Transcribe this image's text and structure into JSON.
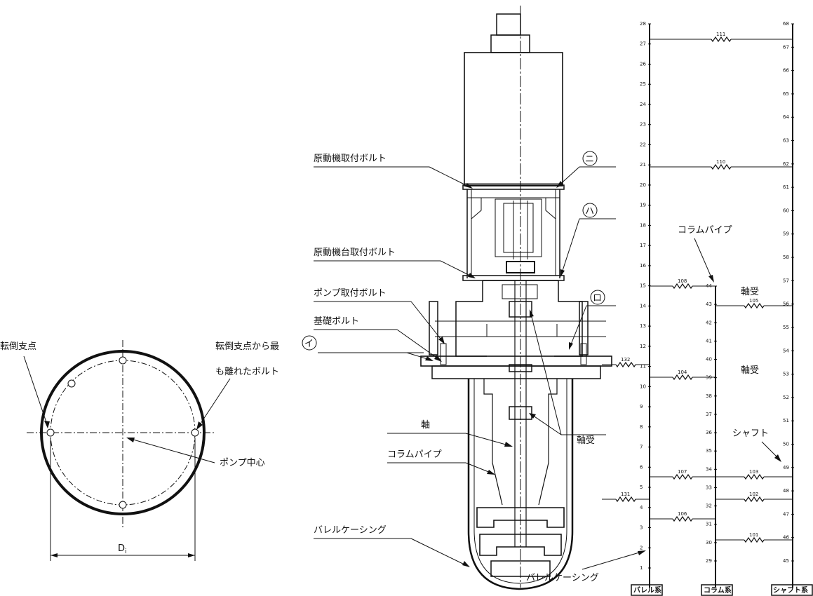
{
  "left_diagram": {
    "pivot_label": "転倒支点",
    "far_bolt_label_line1": "転倒支点から最",
    "far_bolt_label_line2": "も離れたボルト",
    "center_label": "ポンプ中心",
    "diameter_label": "D",
    "diameter_sub": "i"
  },
  "pump_diagram": {
    "labels": {
      "motor_bolt": "原動機取付ボルト",
      "motor_base_bolt": "原動機台取付ボルト",
      "pump_bolt": "ポンプ取付ボルト",
      "foundation_bolt": "基礎ボルト",
      "shaft": "軸",
      "column_pipe": "コラムパイプ",
      "barrel_casing": "バレルケーシング",
      "bearing": "軸受"
    },
    "markers": {
      "i": "イ",
      "ro": "ロ",
      "ha": "ハ",
      "ni": "ニ"
    }
  },
  "model_diagram": {
    "column_pipe_label": "コラムパイプ",
    "bearing_label_1": "軸受",
    "bearing_label_2": "軸受",
    "shaft_label": "シャフト",
    "barrel_casing_label": "バレルケーシング",
    "boxes": {
      "barrel": "バレル系",
      "column": "コラム系",
      "shaft": "シャフト系"
    },
    "barrel_nodes": [
      "28",
      "27",
      "26",
      "25",
      "24",
      "23",
      "22",
      "21",
      "20",
      "19",
      "18",
      "17",
      "16",
      "15",
      "14",
      "13",
      "12",
      "11",
      "10",
      "9",
      "8",
      "7",
      "6",
      "5",
      "4",
      "3",
      "2",
      "1"
    ],
    "column_nodes": [
      "44",
      "43",
      "42",
      "41",
      "40",
      "39",
      "38",
      "37",
      "36",
      "35",
      "34",
      "33",
      "32",
      "31",
      "30",
      "29"
    ],
    "shaft_nodes": [
      "68",
      "67",
      "66",
      "65",
      "64",
      "63",
      "62",
      "61",
      "60",
      "59",
      "58",
      "57",
      "56",
      "55",
      "54",
      "53",
      "52",
      "51",
      "50",
      "49",
      "48",
      "47",
      "46",
      "45"
    ],
    "springs": [
      "111",
      "110",
      "108",
      "106",
      "104",
      "107",
      "103",
      "105",
      "102",
      "101",
      "131",
      "132"
    ]
  }
}
